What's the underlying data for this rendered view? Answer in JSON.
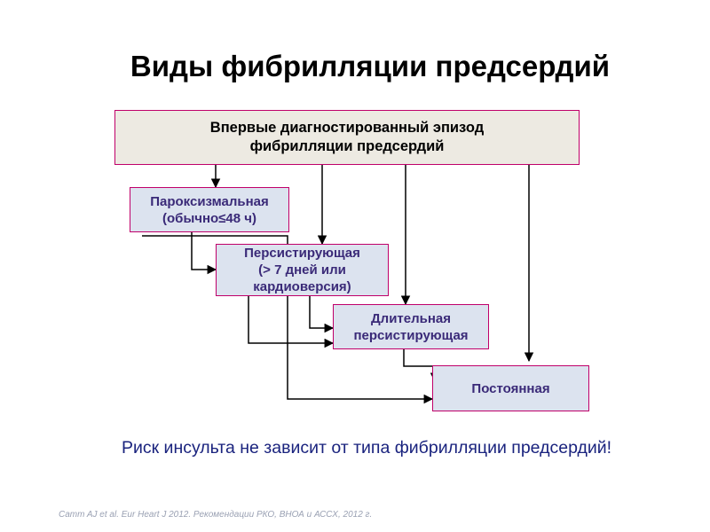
{
  "slide": {
    "title": "Виды фибрилляции предсердий",
    "note": "Риск инсульта не зависит от типа фибрилляции предсердий!",
    "reference": "Camm AJ et al. Eur Heart J 2012. Рекомендации РКО, ВНОА и АССХ, 2012 г."
  },
  "diagram": {
    "first_episode": {
      "line1": "Впервые диагностированный эпизод",
      "line2": "фибрилляции предсердий"
    },
    "paroxysmal": {
      "line1": "Пароксизмальная",
      "line2": "(обычно≤48 ч)"
    },
    "persistent": {
      "line1": "Персистирующая",
      "line2": "(> 7 дней или",
      "line3": "кардиоверсия)"
    },
    "longstanding": {
      "line1": "Длительная",
      "line2": "персистирующая"
    },
    "permanent": {
      "line1": "Постоянная"
    }
  },
  "colors": {
    "box_border": "#c0006a",
    "box_fill": "#dce3ef",
    "first_box_fill": "#edeae2",
    "box_text": "#3a2a78",
    "note_text": "#1a237e",
    "reference_text": "#9aa1b3"
  }
}
